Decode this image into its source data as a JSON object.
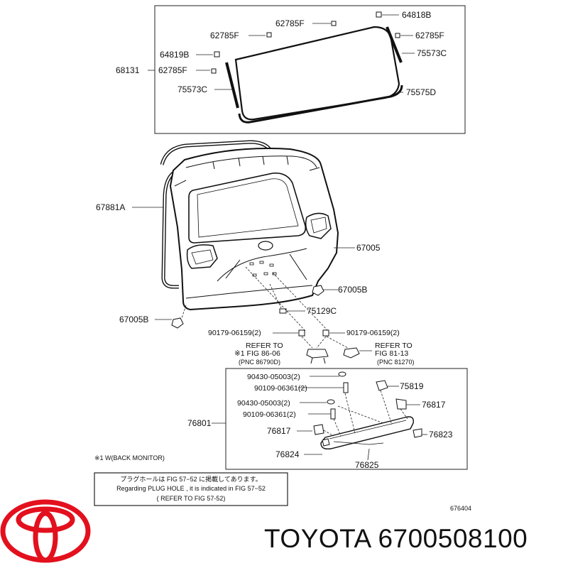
{
  "windshield_parts": {
    "p1": "62785F",
    "p2": "64818B",
    "p3": "62785F",
    "p4": "62785F",
    "p5": "64819B",
    "p6": "75573C",
    "p7": "68131",
    "p8": "62785F",
    "p9": "75573C",
    "p10": "75575D"
  },
  "door_parts": {
    "weatherstrip": "67881A",
    "door": "67005",
    "cushion_right": "67005B",
    "cushion_left": "67005B",
    "clip": "75129C",
    "bolt_left": "90179-06159(2)",
    "bolt_right": "90179-06159(2)",
    "refer_left_1": "REFER TO",
    "refer_left_2": "※1 FIG 86-06",
    "refer_left_3": "(PNC 86790D)",
    "refer_right_1": "REFER TO",
    "refer_right_2": "FIG 81-13",
    "refer_right_3": "(PNC 81270)"
  },
  "garnish_parts": {
    "w1": "90430-05003(2)",
    "s1": "90109-06361(2)",
    "w2": "90430-05003(2)",
    "s2": "90109-06361(2)",
    "assembly": "76801",
    "c1": "75819",
    "c2": "76817",
    "c3": "76817",
    "c4": "76823",
    "c5": "76824",
    "c6": "76825"
  },
  "footnote": "※1 W(BACK MONITOR)",
  "notice": {
    "line1": "プラグホールは FIG  57−52 に掲載してあります。",
    "line2": "Regarding  PLUG  HOLE , it is indicated in  FIG  57−52",
    "line3": "( REFER TO FIG 57-52)"
  },
  "figure_number": "676404",
  "brand": {
    "name": "TOYOTA",
    "part_number": "6700508100",
    "logo_color": "#e3101e"
  }
}
